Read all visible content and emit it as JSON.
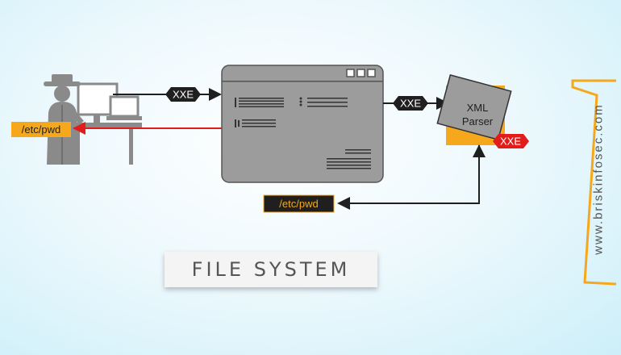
{
  "colors": {
    "accent": "#f5a81c",
    "dark": "#1f1f1f",
    "red": "#e21b1b",
    "window_gray": "#9c9c9c",
    "person_gray": "#8a8a8a"
  },
  "attacker": {
    "output_tag": "/etc/pwd",
    "request_tag": "XXE"
  },
  "app_window": {
    "outgoing_tag": "XXE"
  },
  "parser": {
    "title_line1": "XML",
    "title_line2": "Parser",
    "badge": "XXE"
  },
  "file_result": {
    "tag": "/etc/pwd"
  },
  "file_system": {
    "label": "FILE SYSTEM"
  },
  "brand": {
    "url": "www.briskinfosec.com"
  }
}
